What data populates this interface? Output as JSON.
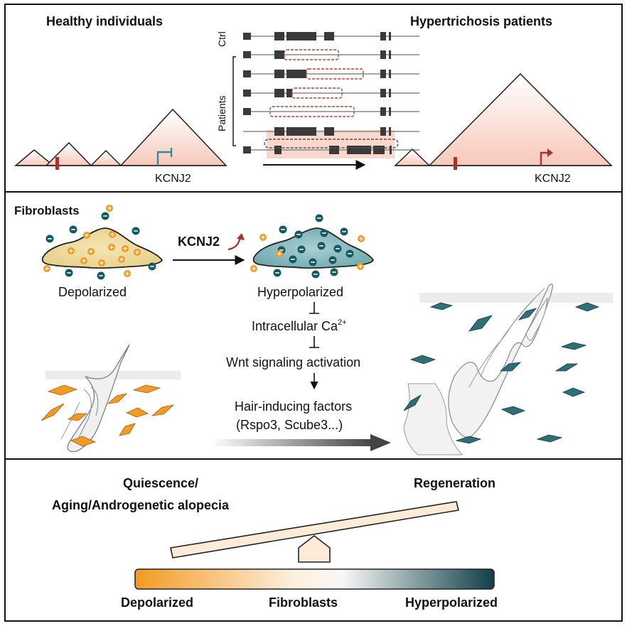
{
  "panel1": {
    "left_title": "Healthy individuals",
    "right_title": "Hypertrichosis patients",
    "gene_left": "KCNJ2",
    "gene_right": "KCNJ2",
    "ctrl_label": "Ctrl",
    "patients_label": "Patients"
  },
  "panel2": {
    "section_title": "Fibroblasts",
    "left_cell_label": "Depolarized",
    "arrow_gene_label": "KCNJ2",
    "right_cell_label": "Hyperpolarized",
    "step1": "Intracellular Ca",
    "step1_sup": "2+",
    "step2": "Wnt signaling activation",
    "step3_line1": "Hair-inducing factors",
    "step3_line2": "(Rspo3, Scube3...)"
  },
  "panel3": {
    "left_label_line1": "Quiescence/",
    "left_label_line2": "Aging/Androgenetic alopecia",
    "right_label": "Regeneration",
    "bar_left": "Depolarized",
    "bar_center": "Fibroblasts",
    "bar_right": "Hyperpolarized"
  },
  "colors": {
    "orange": "#f29a23",
    "teal": "#155a63",
    "red": "#a8322c",
    "blue": "#3a86a8",
    "gray_exon": "#3a3a3a",
    "cream": "#fcebd6"
  },
  "icons": [
    "plus-ion-icon",
    "minus-ion-icon",
    "activation-arrow-icon",
    "inhibition-icon"
  ]
}
